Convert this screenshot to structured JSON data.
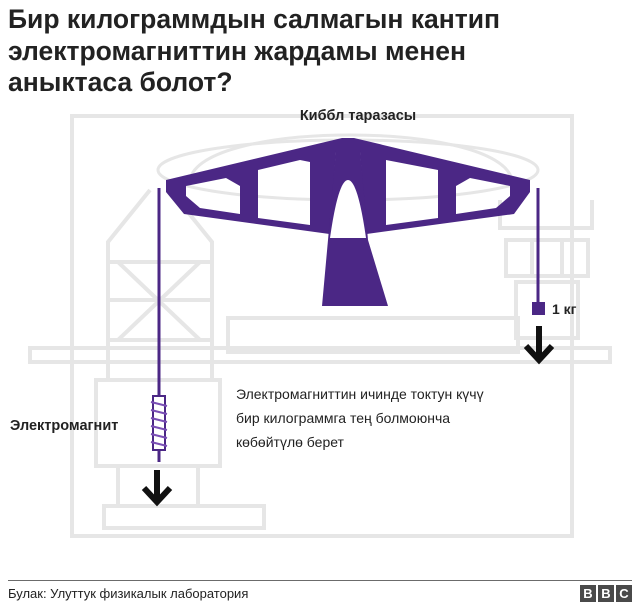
{
  "title_lines": [
    "Бир килограммдын салмагын кантип",
    "электромагниттин жардамы менен",
    "аныктаса болот?"
  ],
  "diagram": {
    "balance_label": "Киббл таразасы",
    "mass_label": "1 кг",
    "electromagnet_label": "Электромагнит",
    "description_lines": [
      "Электромагниттин ичинде токтун күчү",
      "бир килограммга тең болмоюнча",
      "көбөйтүлө берет"
    ]
  },
  "colors": {
    "purple": "#4b2785",
    "purple_light": "#7a4fb5",
    "ghost": "#e6e6e6",
    "text": "#222222"
  },
  "footer": {
    "source": "Булак: Улуттук физикалык лаборатория",
    "brand_letters": [
      "B",
      "B",
      "C"
    ]
  }
}
